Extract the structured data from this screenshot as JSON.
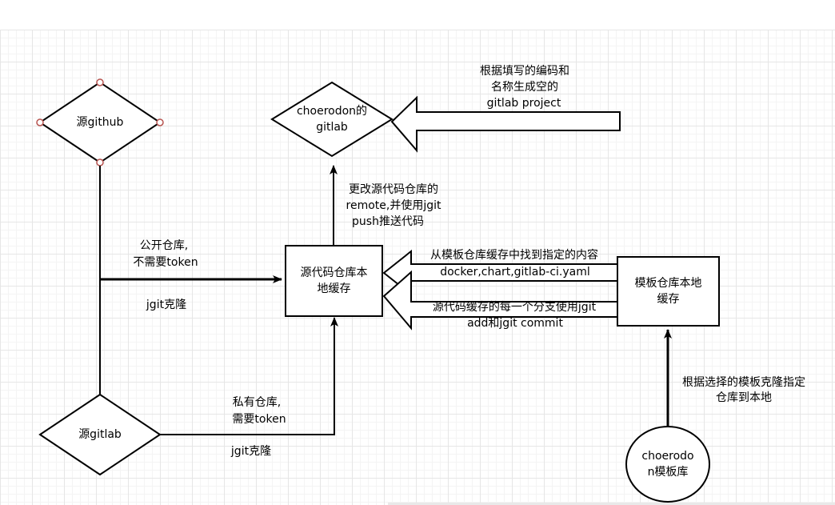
{
  "nodes": {
    "source_github": "源github",
    "source_gitlab": "源gitlab",
    "choerodon_gitlab": "choerodon的\ngitlab",
    "local_source_cache": "源代码仓库本\n地缓存",
    "template_local_cache": "模板仓库本地\n缓存",
    "choerodon_template_repo": "choerodo\nn模板库"
  },
  "edge_labels": {
    "public_repo_line1": "公开仓库,",
    "public_repo_line2": "不需要token",
    "github_clone": "jgit克隆",
    "private_repo_line1": "私有仓库,",
    "private_repo_line2": "需要token",
    "gitlab_clone": "jgit克隆",
    "push_line1": "更改源代码仓库的",
    "push_line2": "remote,并使用jgit",
    "push_line3": "push推送代码",
    "create_project_line1": "根据填写的编码和",
    "create_project_line2": "名称生成空的",
    "create_project_line3": "gitlab project",
    "find_content_line1": "从模板仓库缓存中找到指定的内容",
    "find_content_line2": "docker,chart,gitlab-ci.yaml",
    "commit_line1": "源代码缓存的每一个分支使用jgit",
    "commit_line2": "add和jgit commit",
    "clone_template_line1": "根据选择的模板克隆指定",
    "clone_template_line2": "仓库到本地"
  },
  "colors": {
    "stroke": "#000000",
    "handle_stroke": "#b85450",
    "grid": "#e6e6e6"
  }
}
